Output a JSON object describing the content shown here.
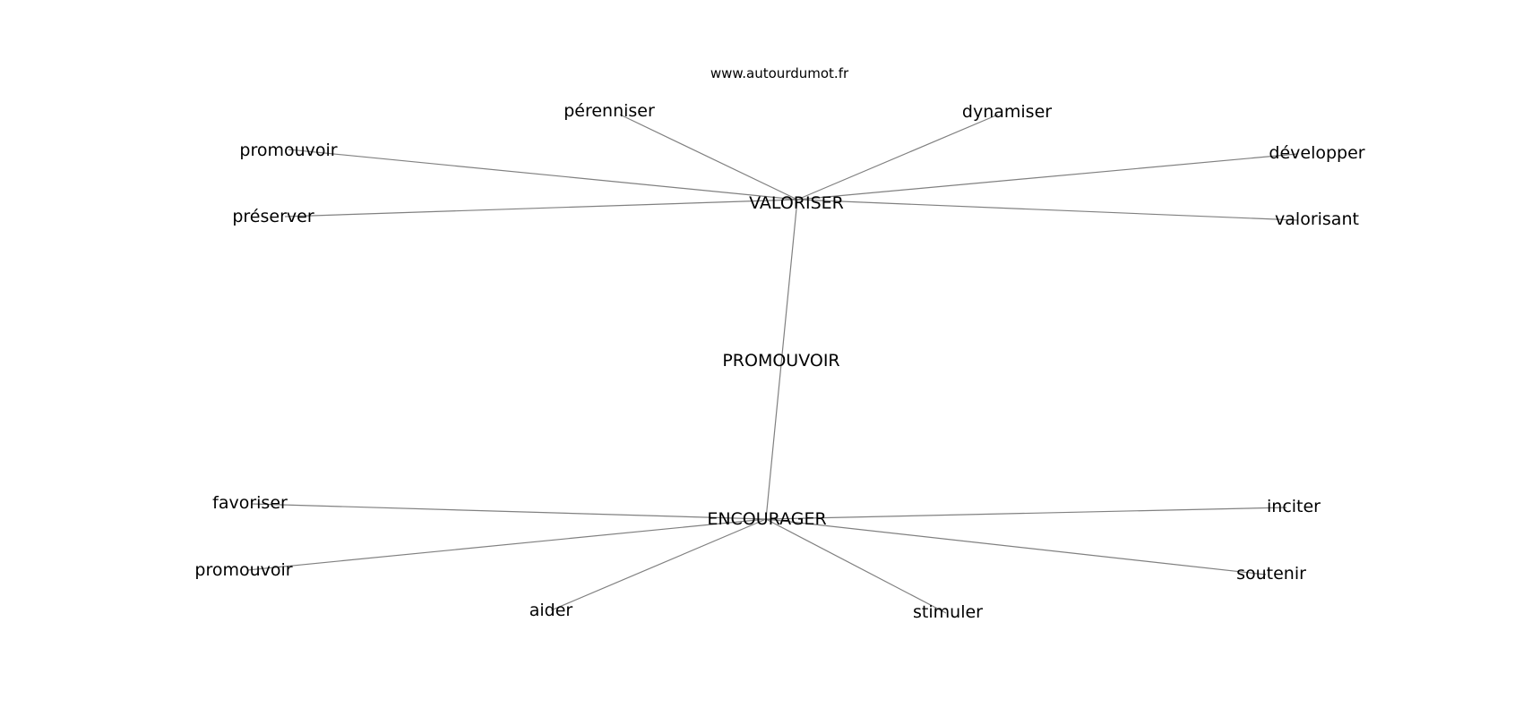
{
  "source": "www.autourdumot.fr",
  "center": {
    "id": "promouvoir_c",
    "label": "PROMOUVOIR"
  },
  "nodes": [
    {
      "id": "valoriser",
      "label": "VALORISER"
    },
    {
      "id": "encourager",
      "label": "ENCOURAGER"
    },
    {
      "id": "perenniser",
      "label": "pérenniser"
    },
    {
      "id": "dynamiser",
      "label": "dynamiser"
    },
    {
      "id": "promouvoir_v",
      "label": "promouvoir"
    },
    {
      "id": "developper",
      "label": "développer"
    },
    {
      "id": "preserver",
      "label": "préserver"
    },
    {
      "id": "valorisant",
      "label": "valorisant"
    },
    {
      "id": "favoriser",
      "label": "favoriser"
    },
    {
      "id": "inciter",
      "label": "inciter"
    },
    {
      "id": "promouvoir_e",
      "label": "promouvoir"
    },
    {
      "id": "soutenir",
      "label": "soutenir"
    },
    {
      "id": "aider",
      "label": "aider"
    },
    {
      "id": "stimuler",
      "label": "stimuler"
    }
  ],
  "edges": [
    [
      "valoriser",
      "encourager"
    ],
    [
      "valoriser",
      "perenniser"
    ],
    [
      "valoriser",
      "dynamiser"
    ],
    [
      "valoriser",
      "promouvoir_v"
    ],
    [
      "valoriser",
      "developper"
    ],
    [
      "valoriser",
      "preserver"
    ],
    [
      "valoriser",
      "valorisant"
    ],
    [
      "encourager",
      "favoriser"
    ],
    [
      "encourager",
      "inciter"
    ],
    [
      "encourager",
      "promouvoir_e"
    ],
    [
      "encourager",
      "soutenir"
    ],
    [
      "encourager",
      "aider"
    ],
    [
      "encourager",
      "stimuler"
    ]
  ],
  "colors": {
    "edge": "#808080",
    "text": "#000000",
    "background": "#ffffff"
  }
}
